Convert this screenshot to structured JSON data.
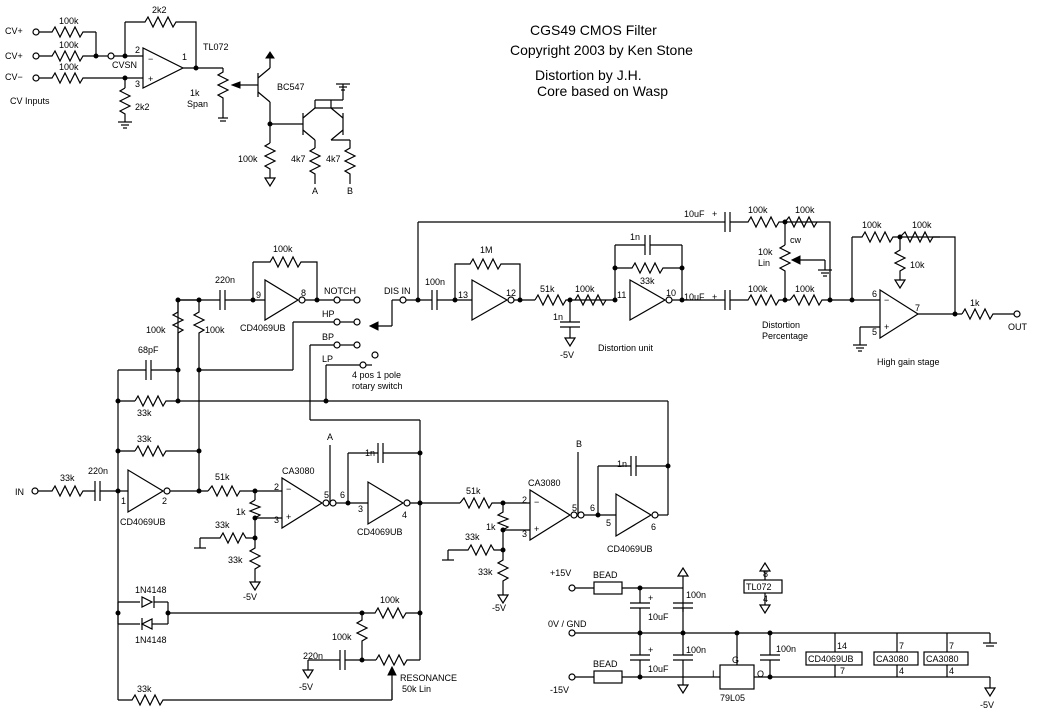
{
  "title": {
    "line1": "CGS49 CMOS Filter",
    "line2": "Copyright 2003 by Ken Stone",
    "line3": "Distortion by J.H.",
    "line4": "Core based on Wasp"
  },
  "cv": {
    "in1": "CV+",
    "in2": "CV+",
    "in3": "CV−",
    "r1": "100k",
    "r2": "100k",
    "r3": "100k",
    "fb": "2k2",
    "gnd_r": "2k2",
    "node": "CVSN",
    "opamp": "TL072",
    "pin_inv": "2",
    "pin_noninv": "3",
    "pin_out": "1",
    "group": "CV Inputs",
    "pot": "1k",
    "pot_label": "Span",
    "transistor": "BC547",
    "r_emit": "100k",
    "r_a": "4k7",
    "r_b": "4k7",
    "out_a": "A",
    "out_b": "B"
  },
  "input": {
    "label": "IN",
    "r": "33k",
    "c": "220n",
    "inv": "CD4069UB",
    "pin_in": "1",
    "pin_out": "2",
    "fb1": "33k",
    "fb2": "33k",
    "cap": "68pF",
    "d1": "1N4148",
    "d2": "1N4148",
    "rb": "33k"
  },
  "stage1": {
    "r_in": "51k",
    "ota": "CA3080",
    "r1": "1k",
    "r2": "33k",
    "r3": "33k",
    "supply": "-5V",
    "p2": "2",
    "p3": "3",
    "p5": "5",
    "p6": "6",
    "inv": "CD4069UB",
    "ip": "3",
    "op": "4",
    "cap": "1n",
    "bias": "A"
  },
  "stage2": {
    "r_in": "51k",
    "ota": "CA3080",
    "r1": "1k",
    "r2": "33k",
    "r3": "33k",
    "supply": "-5V",
    "p2": "2",
    "p3": "3",
    "p5": "5",
    "p6": "6",
    "inv": "CD4069UB",
    "ip": "5",
    "op": "6",
    "cap": "1n",
    "bias": "B"
  },
  "resonance": {
    "r1": "100k",
    "r2": "100k",
    "c": "220n",
    "supply": "-5V",
    "label": "RESONANCE",
    "pot": "50k Lin"
  },
  "notch": {
    "c": "220n",
    "inv": "CD4069UB",
    "pin_in": "9",
    "pin_out": "8",
    "fb": "100k",
    "r1": "100k",
    "r2": "100k"
  },
  "switch": {
    "notch": "NOTCH",
    "hp": "HP",
    "bp": "BP",
    "lp": "LP",
    "note1": "4 pos 1 pole",
    "note2": "rotary switch"
  },
  "dist": {
    "label": "DIS IN",
    "c": "100n",
    "fb": "1M",
    "p13": "13",
    "p12": "12",
    "r": "51k",
    "c2": "1n",
    "supply": "-5V",
    "r2": "100k",
    "c3": "1n",
    "r3": "33k",
    "p11": "11",
    "p10": "10",
    "caption": "Distortion unit"
  },
  "mix": {
    "c_top": "10uF",
    "c_bot": "10uF",
    "r1": "100k",
    "r2": "100k",
    "r3": "100k",
    "r4": "100k",
    "pot": "10k",
    "pot_lin": "Lin",
    "cw": "cw",
    "pct1": "Distortion",
    "pct2": "Percentage"
  },
  "gain": {
    "r1": "100k",
    "r2": "100k",
    "r3": "10k",
    "p6": "6",
    "p5": "5",
    "p7": "7",
    "r_out": "1k",
    "out": "OUT",
    "caption": "High gain stage"
  },
  "power": {
    "p15": "+15V",
    "n15": "-15V",
    "gnd": "0V / GND",
    "bead1": "BEAD",
    "bead2": "BEAD",
    "c1": "10uF",
    "c2": "10uF",
    "c3": "100n",
    "c4": "100n",
    "c5": "100n",
    "reg": "79L05",
    "reg_i": "I",
    "reg_g": "G",
    "reg_o": "O",
    "n5": "-5V",
    "ic1": "TL072",
    "ic1_p8": "8",
    "ic1_p4": "4",
    "ic2": "CD4069UB",
    "ic2_p14": "14",
    "ic2_p7": "7",
    "ic3": "CA3080",
    "ic3_p7": "7",
    "ic3_p4": "4",
    "ic4": "CA3080",
    "ic4_p7": "7",
    "ic4_p4": "4"
  }
}
